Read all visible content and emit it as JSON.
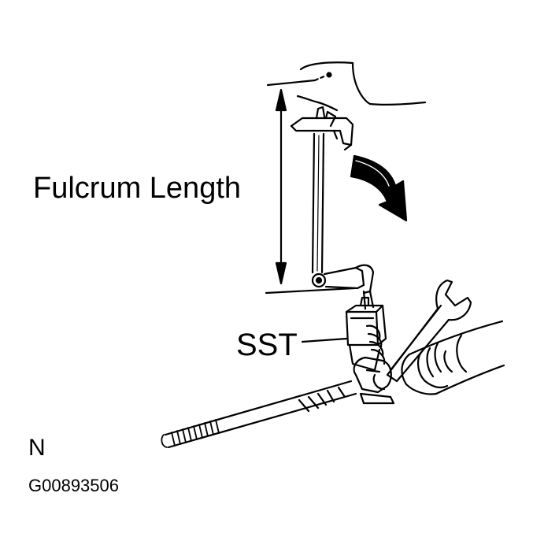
{
  "labels": {
    "fulcrum_length": "Fulcrum Length",
    "sst": "SST",
    "view_marker": "N",
    "figure_code": "G00893506"
  },
  "colors": {
    "ink": "#000000",
    "paper": "#ffffff"
  }
}
